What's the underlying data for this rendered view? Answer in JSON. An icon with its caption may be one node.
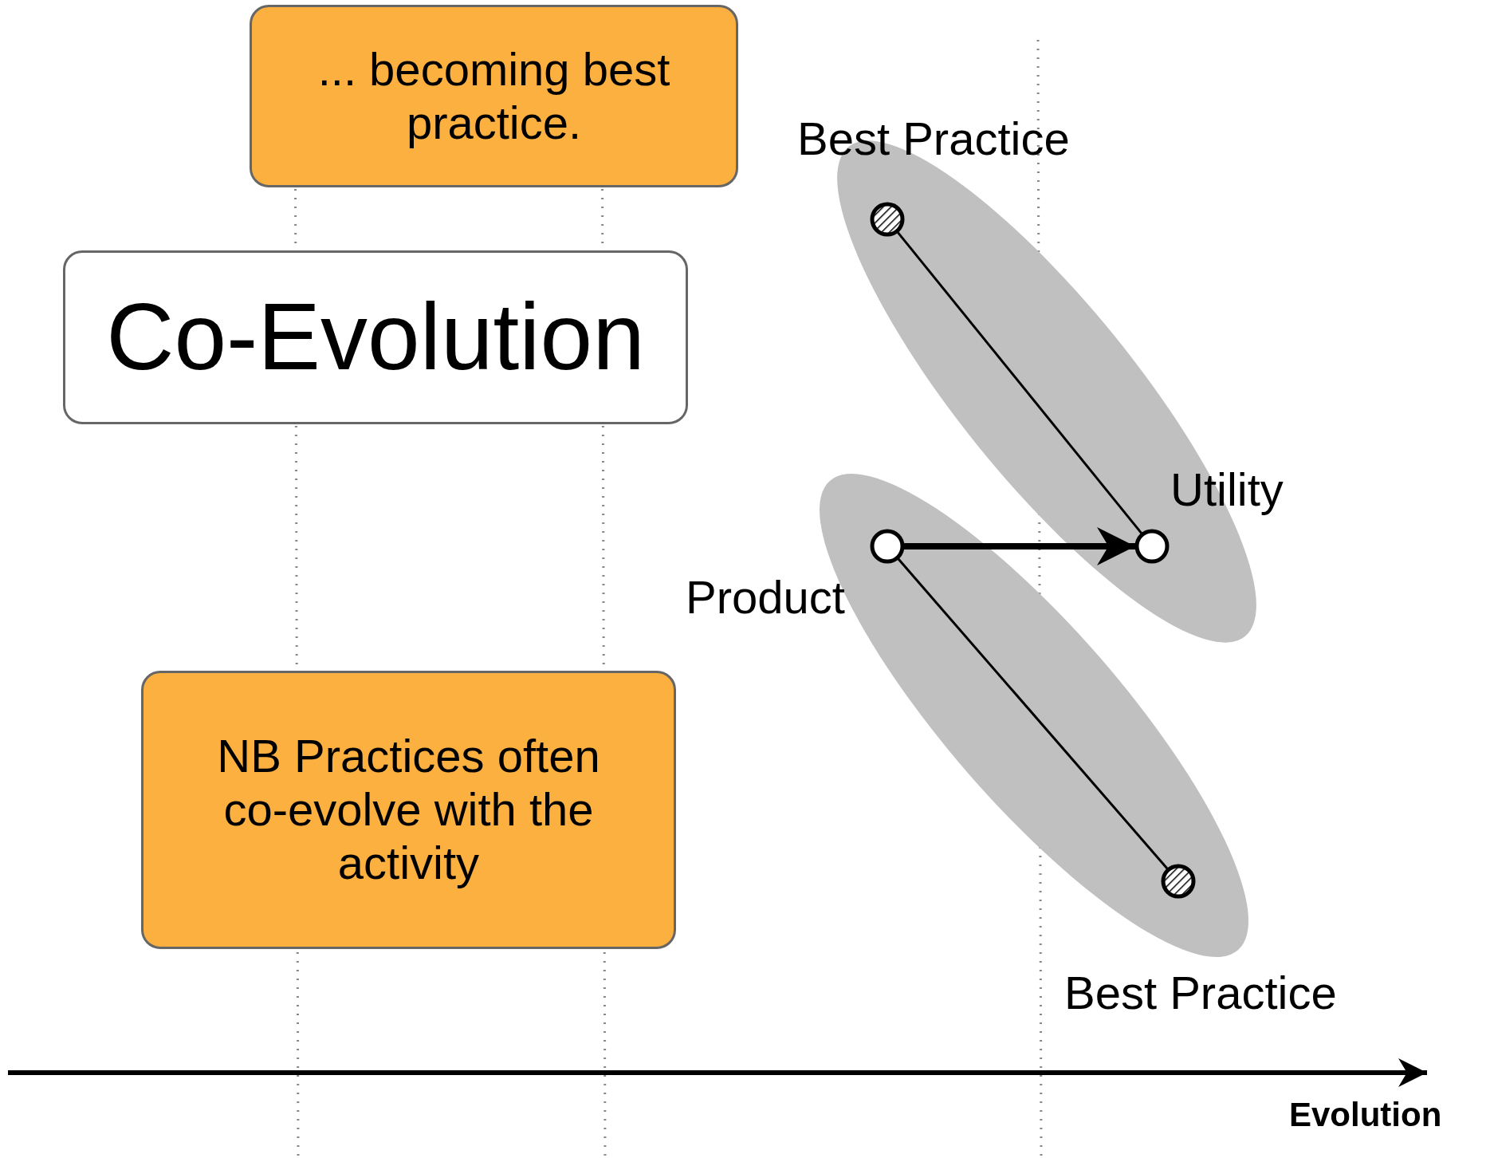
{
  "diagram": {
    "nodes": [
      {
        "text": [
          "... becoming best practice."
        ]
      },
      {
        "text": [
          "Co-Evolution"
        ]
      },
      {
        "text": [
          "NB Practices often co-evolve with the activity"
        ]
      },
      {
        "text": [],
        "shape": "circle",
        "beside": [
          "Best Practice"
        ]
      },
      {
        "text": [],
        "shape": "circle",
        "beside": [
          "Product"
        ]
      },
      {
        "text": [],
        "shape": "circle",
        "beside": [
          "Utility"
        ]
      },
      {
        "text": [],
        "shape": "circle",
        "beside": [
          "Best Practice"
        ]
      }
    ],
    "edges": [
      {
        "from": 3,
        "to": 5,
        "arrow": "none"
      },
      {
        "from": 4,
        "to": 5,
        "arrow": "to",
        "style": "thick"
      },
      {
        "from": 4,
        "to": 6,
        "arrow": "none"
      }
    ],
    "labels": [
      "Evolution"
    ]
  }
}
